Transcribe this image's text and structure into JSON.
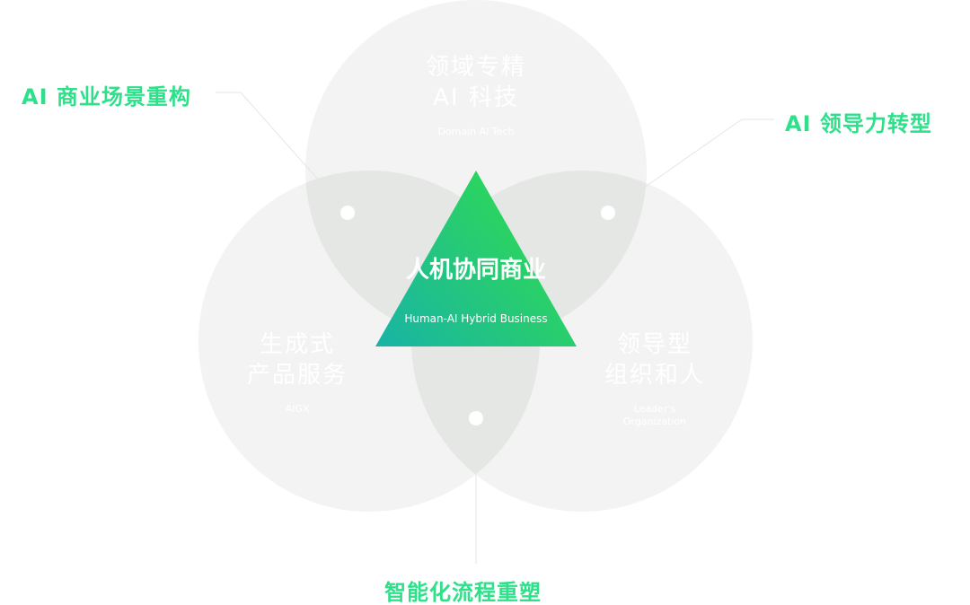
{
  "center": {
    "title": "人机协同商业",
    "subtitle": "Human-AI Hybrid Business"
  },
  "circles": [
    {
      "line1": "领域专精",
      "line2": "AI 科技",
      "en": "Domain AI Tech"
    },
    {
      "line1": "生成式",
      "line2": "产品服务",
      "en": "AIGX"
    },
    {
      "line1": "领导型",
      "line2": "组织和人",
      "en": "Leader's Organization"
    }
  ],
  "labels": {
    "top_left": "AI 商业场景重构",
    "top_right": "AI 领导力转型",
    "bottom": "智能化流程重塑"
  },
  "colors": {
    "accent": "#2ee08a",
    "gradient_start": "#1ab8a8",
    "gradient_end": "#2edc5a"
  }
}
